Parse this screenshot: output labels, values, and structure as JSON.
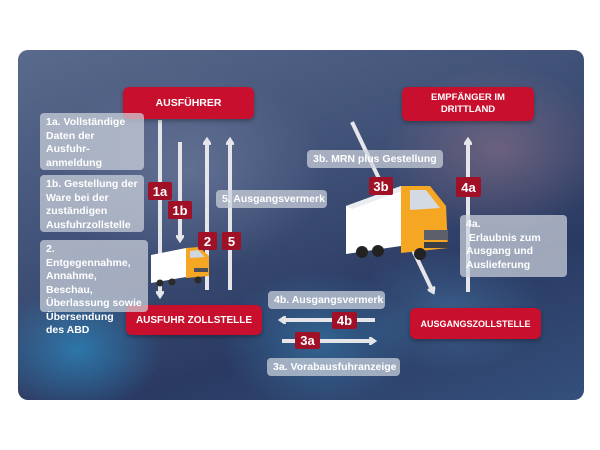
{
  "nodes": {
    "ausfuehrer": "AUSFÜHRER",
    "empfaenger": "EMPFÄNGER IM DRITTLAND",
    "ausfuhr_zollstelle": "AUSFUHR ZOLLSTELLE",
    "ausgangszollstelle": "AUSGANGSZOLLSTELLE"
  },
  "steps": {
    "s1a": [
      "1a. Vollständige",
      "Daten der Ausfuhr-",
      "anmeldung"
    ],
    "s1b": [
      "1b. Gestellung der",
      "Ware bei der",
      "zuständigen",
      "Ausfuhrzollstelle"
    ],
    "s2": [
      "2. Entgegennahme,",
      "Annahme, Beschau,",
      "Überlassung sowie",
      "Übersendung",
      "des ABD"
    ],
    "s3b": "3b. MRN plus Gestellung",
    "s5": "5. Ausgangsvermerk",
    "s4a": [
      "4a.",
      " Erlaubnis zum",
      "Ausgang und",
      "Auslieferung"
    ],
    "s4b": "4b. Ausgangsvermerk",
    "s3a": "3a. Vorabausfuhranzeige"
  },
  "badges": {
    "b1a": "1a",
    "b1b": "1b",
    "b2": "2",
    "b5": "5",
    "b3b": "3b",
    "b4a": "4a",
    "b4b": "4b",
    "b3a": "3a"
  },
  "colors": {
    "brand_red": "#c8102e",
    "badge_red": "#a01027",
    "arrow": "#e6e6ea",
    "truck_cab": "#f5a623",
    "trailer": "#ffffff"
  }
}
